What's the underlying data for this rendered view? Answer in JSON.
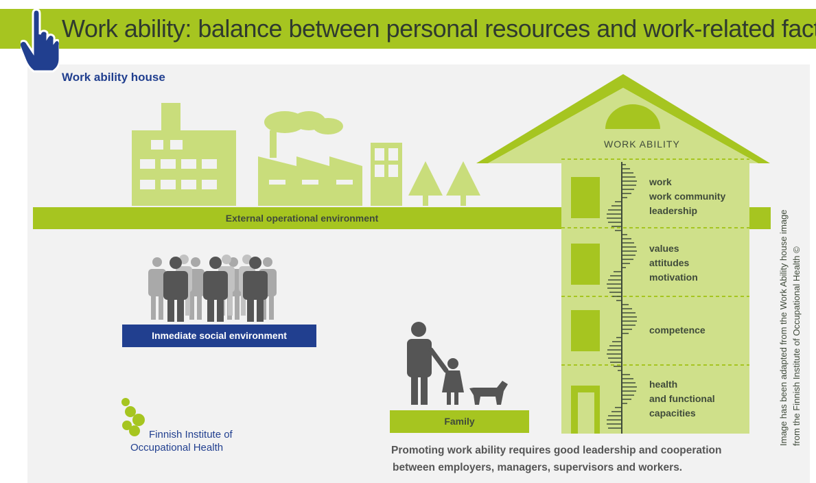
{
  "header": {
    "title": "Work ability: balance between personal resources and work-related factors",
    "subtitle": "Work ability house"
  },
  "house": {
    "roof_label": "WORK ABILITY",
    "floors": [
      {
        "lines": [
          "work",
          "work community",
          "leadership"
        ]
      },
      {
        "lines": [
          "values",
          "attitudes",
          "motivation"
        ]
      },
      {
        "lines": [
          "competence"
        ]
      },
      {
        "lines": [
          "health",
          "and functional",
          "capacities"
        ]
      }
    ]
  },
  "environment": {
    "external": "External operational environment",
    "social": "Inmediate social environment",
    "family": "Family"
  },
  "organization": {
    "line1": "Finnish Institute of",
    "line2": "Occupational Health"
  },
  "footer": {
    "line1": "Promoting work ability requires good leadership and cooperation",
    "line2": "between employers, managers, supervisors and workers."
  },
  "credit": {
    "line1": "Image has been adapted from the Work Ability house image",
    "line2": "from the Finnish Institute of Occupational Health ©"
  },
  "colors": {
    "green": "#a6c520",
    "light_green": "#cfe08a",
    "navy": "#213f8f",
    "gray": "#555555"
  },
  "icons": [
    "pointing-hand-icon",
    "office-building-icon",
    "factory-icon",
    "tree-icon",
    "people-group-icon",
    "family-icon",
    "dog-icon",
    "fioh-logo-icon"
  ]
}
